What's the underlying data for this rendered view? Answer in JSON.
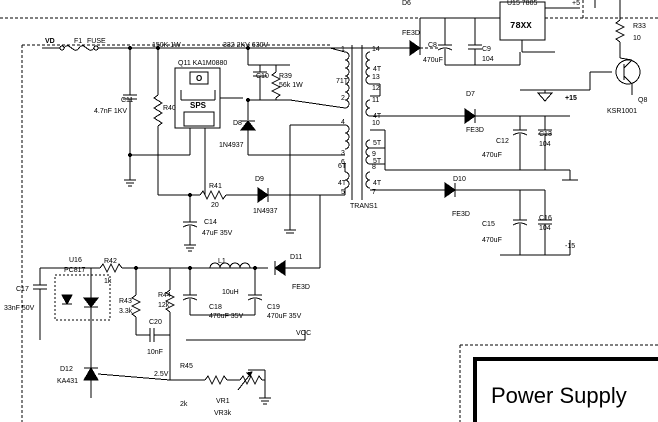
{
  "title": "Power Supply",
  "labels": {
    "vd": "VD",
    "f1": "F1",
    "fuse": "FUSE",
    "r_150k": "150K 1W",
    "c_332": "332 2KV 630V",
    "q11": "Q11 KA1M0880",
    "ic_o": "O",
    "ic_sps": "SPS",
    "c10": "C10",
    "r39": "R39",
    "r39_val": "56k 1W",
    "c11": "C11",
    "c11_val": "4.7nF 1KV",
    "r40": "R40",
    "d8": "D8",
    "d8_val": "1N4937",
    "r41": "R41",
    "r41_val": "20",
    "d9": "D9",
    "d9_val": "1N4937",
    "c14": "C14",
    "c14_val": "47uF 35V",
    "d6": "D6",
    "d6_val": "FE3D",
    "u15": "U15 7805",
    "chip_78": "78XX",
    "plus5": "+5",
    "c8": "C8",
    "c8_val": "470uF",
    "c9": "C9",
    "c9_val": "104",
    "r33": "R33",
    "r33_val": "10",
    "q8": "Q8",
    "q8_val": "KSR1001",
    "d7": "D7",
    "d7_val": "FE3D",
    "plus15": "+15",
    "c12": "C12",
    "c12_val": "470uF",
    "c13": "C13",
    "c13_val": "104",
    "d10": "D10",
    "d10_val": "FE3D",
    "c15": "C15",
    "c15_val": "470uF",
    "c16": "C16",
    "c16_val": "104",
    "minus15": "-15",
    "trans1": "TRANS1",
    "t71": "71T",
    "t4a": "4T",
    "t4b": "4T",
    "t4c": "4T",
    "t4d": "4T",
    "t6": "6T",
    "t5a": "5T",
    "t5b": "5T",
    "u16": "U16",
    "pc817": "PC817",
    "c17": "C17",
    "c17_val": "33nF 50V",
    "r42": "R42",
    "r42_val": "1k",
    "r43": "R43",
    "r43_val": "3.3k",
    "r44": "R44",
    "r44_val": "12k",
    "c20": "C20",
    "c20_val": "10nF",
    "l1": "L1",
    "l1_val": "10uH",
    "d11": "D11",
    "d11_val": "FE3D",
    "c18": "C18",
    "c18_val": "470uF 35V",
    "c19": "C19",
    "c19_val": "470uF 35V",
    "voc": "VOC",
    "d12": "D12",
    "d12_val": "KA431",
    "v25": "2.5V",
    "r45": "R45",
    "r45_val": "2k",
    "vr1": "VR1",
    "vr1_val": "VR3k",
    "pins": {
      "p14": "14",
      "p13": "13",
      "p12": "12",
      "p11": "11",
      "p10": "10",
      "p9": "9",
      "p8": "8",
      "p7": "7",
      "p6": "6",
      "p5": "5",
      "p4": "4",
      "p3": "3",
      "p2": "2",
      "p1": "1"
    }
  }
}
